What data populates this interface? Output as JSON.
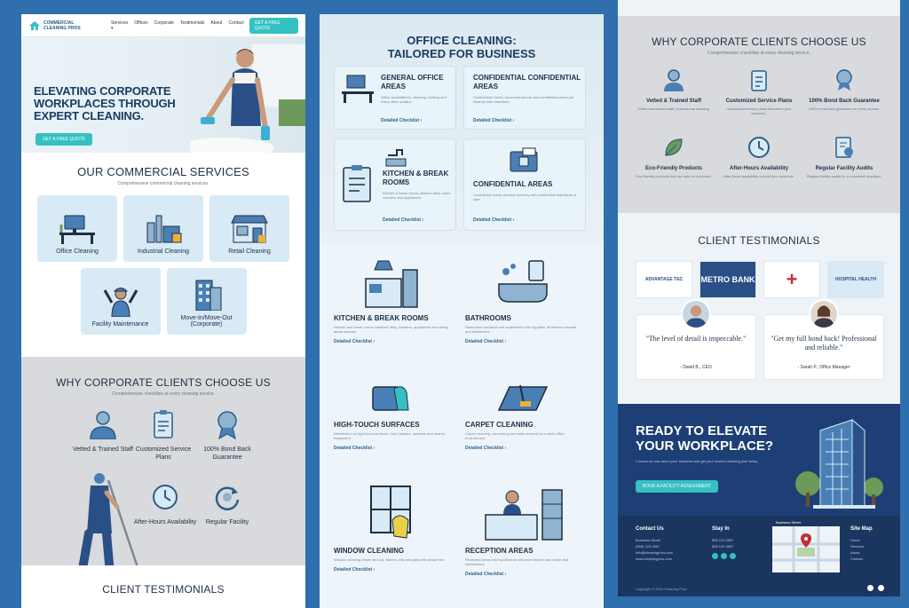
{
  "panel1": {
    "logo": "COMMERCIAL CLEANING PROS",
    "nav": [
      "Services ▾",
      "Offices",
      "Corporate",
      "Testimonials",
      "About",
      "Contact"
    ],
    "nav_cta": "GET A FREE QUOTE",
    "hero_title": "ELEVATING CORPORATE WORKPLACES THROUGH EXPERT CLEANING.",
    "hero_btn": "GET A FREE QUOTE",
    "services_title": "OUR COMMERCIAL SERVICES",
    "services_sub": "Comprehensive commercial cleaning services.",
    "services": [
      "Office Cleaning",
      "Industrial Cleaning",
      "Retail Cleaning",
      "Facility Maintenance",
      "Move-In/Move-Out (Corporate)"
    ],
    "why_title": "WHY CORPORATE CLIENTS CHOOSE US",
    "why_sub": "Comprehensive checklists at every cleaning service.",
    "why": [
      "Vetted & Trained Staff",
      "Customized Service Plans",
      "100% Bond Back Guarantee",
      "After-Hours Availability",
      "Regular Facility"
    ],
    "testimonials_title": "CLIENT TESTIMONIALS"
  },
  "panel2": {
    "title_line1": "OFFICE CLEANING:",
    "title_line2": "TAILORED FOR BUSINESS",
    "tiles": [
      {
        "title": "GENERAL OFFICE AREAS",
        "desc": "Office workstations, cleaning, dusting and every office surface.",
        "link": "Detailed Checklist ›"
      },
      {
        "title": "CONFIDENTIAL CONFIDENTIAL AREAS",
        "desc": "Confidential rooms, document secure and confidential areas are cleaned with discretion.",
        "link": "Detailed Checklist ›"
      },
      {
        "title": "KITCHEN & BREAK ROOMS",
        "desc": "Kitchen & break rooms cleaned daily, sinks, counters and appliances.",
        "link": "Detailed Checklist ›"
      },
      {
        "title": "CONFIDENTIAL AREAS",
        "desc": "Confidential areas cleaned securely with confidential standards of care.",
        "link": "Detailed Checklist ›"
      }
    ],
    "items": [
      {
        "title": "KITCHEN & BREAK ROOMS",
        "desc": "Kitchen and break rooms sanitized daily, counters, appliances and dining areas cleaned.",
        "link": "Detailed Checklist ›"
      },
      {
        "title": "BATHROOMS",
        "desc": "Restrooms sanitized and replenished with supplies, all fixtures cleaned and disinfected.",
        "link": "Detailed Checklist ›"
      },
      {
        "title": "HIGH-TOUCH SURFACES",
        "desc": "Disinfection of high-touch surfaces, door handles, switches and shared equipment.",
        "link": "Detailed Checklist ›"
      },
      {
        "title": "CARPET CLEANING",
        "desc": "Carpet cleaning, vacuuming and stain removal for a fresh office environment.",
        "link": "Detailed Checklist ›"
      },
      {
        "title": "WINDOW CLEANING",
        "desc": "Window cleaning inside and out, frames, sills and glass left streak free.",
        "link": "Detailed Checklist ›"
      },
      {
        "title": "RECEPTION AREAS",
        "desc": "Reception areas kept spotless to welcome visitors and create first impressions.",
        "link": "Detailed Checklist ›"
      }
    ]
  },
  "panel3": {
    "why_title": "WHY CORPORATE CLIENTS CHOOSE US",
    "why_sub": "Comprehensive checklists at every cleaning service.",
    "why": [
      {
        "title": "Vetted & Trained Staff",
        "desc": "Vetted and trained staff, professional cleaning."
      },
      {
        "title": "Customized Service Plans",
        "desc": "Customized service plans tailored to your business."
      },
      {
        "title": "100% Bond Back Guarantee",
        "desc": "100% bond back guarantee on every service."
      },
      {
        "title": "Eco-Friendly Products",
        "desc": "Eco-friendly products that are safe for everyone."
      },
      {
        "title": "After-Hours Availability",
        "desc": "After-hours availability around your schedule."
      },
      {
        "title": "Regular Facility Audits",
        "desc": "Regular facility audits for a consistent standard."
      }
    ],
    "testimonials_title": "CLIENT TESTIMONIALS",
    "logos": [
      "ADVANTAGE TEC",
      "METRO BANK",
      "+",
      "HOSPITAL HEALTH"
    ],
    "quotes": [
      {
        "text": "\"The level of detail is impeccable.\"",
        "by": "- David B., CEO"
      },
      {
        "text": "\"Get my full bond back! Professional and reliable.\"",
        "by": "- Sarah P., Office Manager"
      }
    ],
    "ready_line1": "READY TO ELEVATE",
    "ready_line2": "YOUR WORKPLACE?",
    "ready_sub": "Contact us now about your business and get your custom cleaning plan today.",
    "ready_btn": "BOOK A FACILITY ASSESSMENT",
    "footer": {
      "contact_h": "Contact Us",
      "contact_items": [
        "Business Street",
        "(555) 123-4567",
        "info@cleaningpros.com",
        "www.cleaningpros.com"
      ],
      "follow_h": "Stay In",
      "follow_items": [
        "555 123 4567",
        "555 123 4567"
      ],
      "map_label": "Business Street",
      "sitemap_h": "Site Map",
      "sitemap_items": [
        "Home",
        "Services",
        "About",
        "Contact"
      ],
      "copyright": "Copyright © 2024 Cleaning Pros"
    }
  },
  "colors": {
    "navy": "#1b3c63",
    "teal": "#35c0c2",
    "light_blue": "#d7eaf5",
    "gray_section": "#d9dadd",
    "footer": "#1a365f",
    "background": "#2f6fae"
  }
}
